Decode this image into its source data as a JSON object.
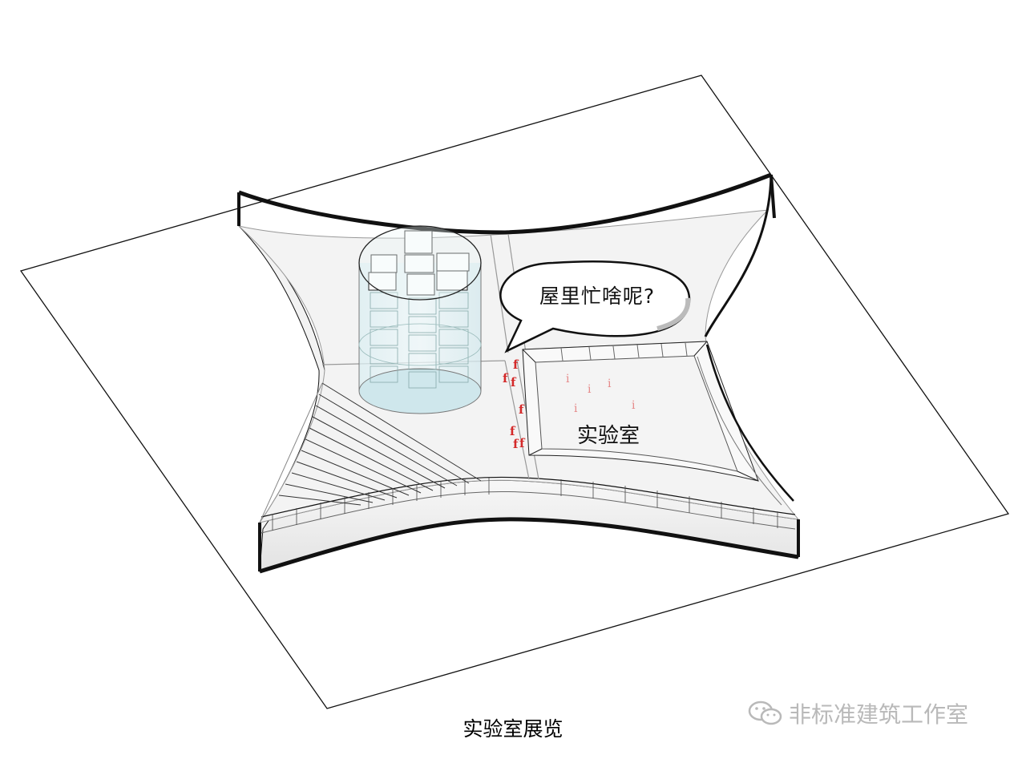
{
  "bubble_text": "屋里忙啥呢?",
  "lab_label": "实验室",
  "caption": "实验室展览",
  "watermark": {
    "icon": "wechat-icon",
    "text": "非标准建筑工作室"
  },
  "colors": {
    "outline": "#111111",
    "roof_fill": "#efefef",
    "glass": "#cfe7ec",
    "people": "#d42a2a",
    "watermark": "#b9b9b9"
  }
}
